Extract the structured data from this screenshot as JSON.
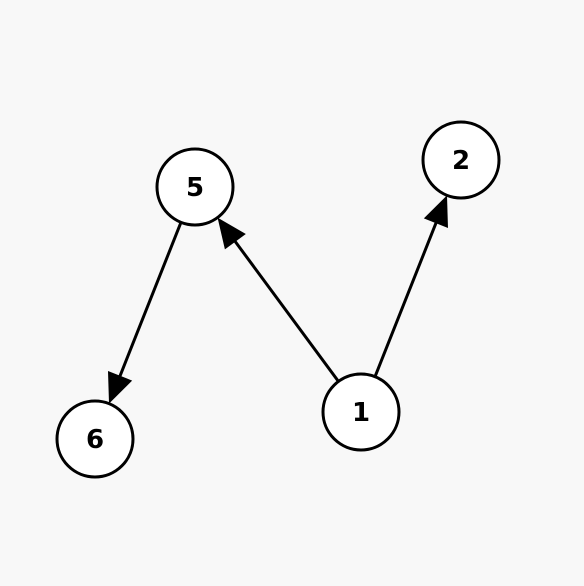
{
  "diagram": {
    "type": "directed-graph",
    "nodes": [
      {
        "id": "5",
        "label": "5"
      },
      {
        "id": "2",
        "label": "2"
      },
      {
        "id": "6",
        "label": "6"
      },
      {
        "id": "1",
        "label": "1"
      }
    ],
    "edges": [
      {
        "from": "5",
        "to": "6"
      },
      {
        "from": "1",
        "to": "5"
      },
      {
        "from": "1",
        "to": "2"
      }
    ],
    "colors": {
      "background": "#f8f8f8",
      "node_fill": "#ffffff",
      "stroke": "#000000"
    }
  }
}
